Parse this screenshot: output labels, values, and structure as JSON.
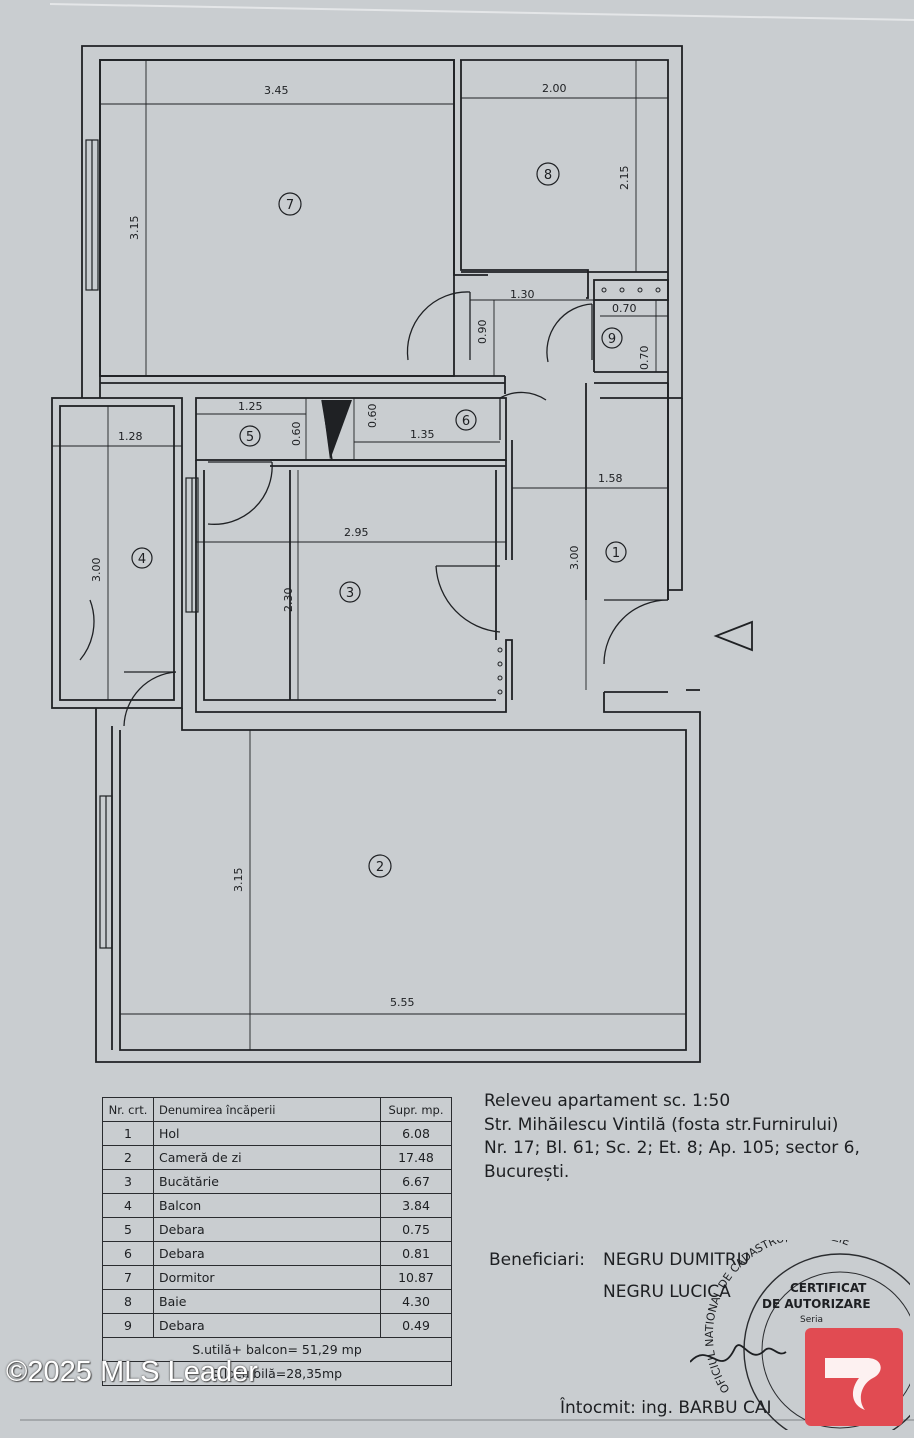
{
  "plan": {
    "rooms": [
      {
        "num": "1"
      },
      {
        "num": "2"
      },
      {
        "num": "3"
      },
      {
        "num": "4"
      },
      {
        "num": "5"
      },
      {
        "num": "6"
      },
      {
        "num": "7"
      },
      {
        "num": "8"
      },
      {
        "num": "9"
      }
    ],
    "dims": {
      "d_345": "3.45",
      "d_200": "2.00",
      "d_315_bed": "3.15",
      "d_215": "2.15",
      "d_130": "1.30",
      "d_070h": "0.70",
      "d_070v": "0.70",
      "d_090": "0.90",
      "d_125": "1.25",
      "d_060a": "0.60",
      "d_060b": "0.60",
      "d_135": "1.35",
      "d_128": "1.28",
      "d_158": "1.58",
      "d_295": "2.95",
      "d_300_balc": "3.00",
      "d_230": "2.30",
      "d_300_hol": "3.00",
      "d_315_liv": "3.15",
      "d_555": "5.55"
    }
  },
  "legend": {
    "headers": [
      "Nr. crt.",
      "Denumirea încăperii",
      "Supr. mp."
    ],
    "rows": [
      [
        "1",
        "Hol",
        "6.08"
      ],
      [
        "2",
        "Cameră de zi",
        "17.48"
      ],
      [
        "3",
        "Bucătărie",
        "6.67"
      ],
      [
        "4",
        "Balcon",
        "3.84"
      ],
      [
        "5",
        "Debara",
        "0.75"
      ],
      [
        "6",
        "Debara",
        "0.81"
      ],
      [
        "7",
        "Dormitor",
        "10.87"
      ],
      [
        "8",
        "Baie",
        "4.30"
      ],
      [
        "9",
        "Debara",
        "0.49"
      ]
    ],
    "total": "S.utilă+ balcon= 51,29 mp",
    "total2": "S.locuibilă=28,35mp"
  },
  "title": {
    "line1": "Releveu apartament sc. 1:50",
    "line2": "Str. Mihăilescu Vintilă (fosta str.Furnirului)",
    "line3": "Nr. 17; Bl. 61; Sc. 2; Et. 8; Ap. 105; sector 6,",
    "line4": "București."
  },
  "beneficiaries": {
    "label": "Beneficiari:",
    "name1": "NEGRU DUMITRU",
    "name2": "NEGRU LUCICA"
  },
  "author": "Întocmit: ing. BARBU CAI",
  "stamp": {
    "ring_text": "OFICIUL NATIONAL DE CADASTRU, GEODEZIE",
    "line1": "CERTIFICAT",
    "line2": "DE AUTORIZARE",
    "line3": "Seria"
  },
  "watermark": "©2025 MLS Leader",
  "colors": {
    "paper": "#c9cdd0",
    "ink": "#1d1f22",
    "logo": "#e14b52"
  }
}
